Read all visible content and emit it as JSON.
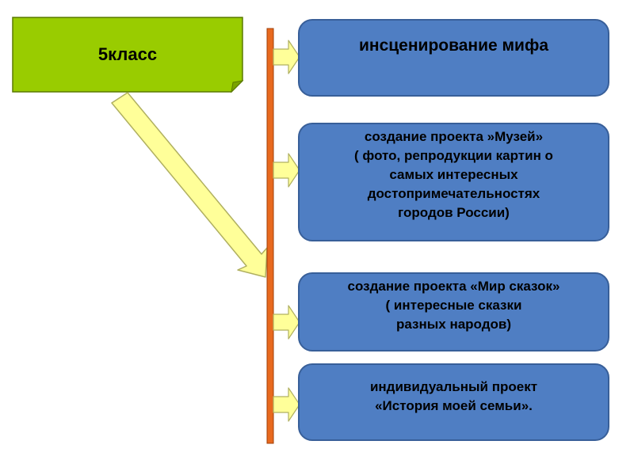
{
  "grade": {
    "label": "5класс"
  },
  "activities": [
    {
      "text": "инсценирование мифа"
    },
    {
      "text": "создание проекта »Музей»\n( фото, репродукции картин о\nсамых интересных\nдостопримечательностях\nгородов России)"
    },
    {
      "text": "создание проекта «Мир сказок»\n( интересные сказки\nразных народов)"
    },
    {
      "text": "индивидуальный проект\n«История моей семьи»."
    }
  ],
  "colors": {
    "grade_box_fill": "#99cc00",
    "grade_box_border": "#5a7a00",
    "timeline_fill": "#e8691e",
    "timeline_border": "#a0400a",
    "arrow_fill": "#ffff99",
    "arrow_border": "#b0b060",
    "activity_fill": "#4f7ec3",
    "activity_border": "#385f99"
  }
}
